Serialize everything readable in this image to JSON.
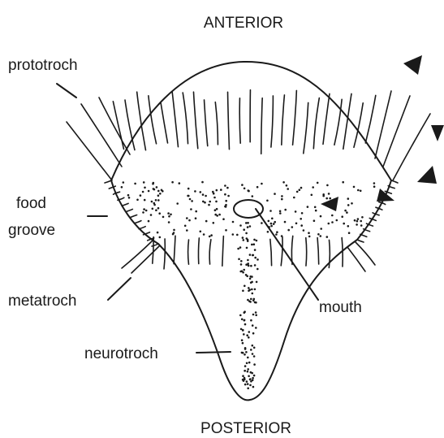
{
  "diagram": {
    "labels": {
      "anterior": "ANTERIOR",
      "posterior": "POSTERIOR",
      "prototroch": "prototroch",
      "food_groove_line1": "food",
      "food_groove_line2": "groove",
      "metatroch": "metatroch",
      "neurotroch": "neurotroch",
      "mouth": "mouth"
    },
    "icons": {
      "water_current_arrow": "filled-triangle-arrowhead"
    },
    "colors": {
      "ink": "#1a1a1a",
      "background": "#ffffff"
    }
  }
}
